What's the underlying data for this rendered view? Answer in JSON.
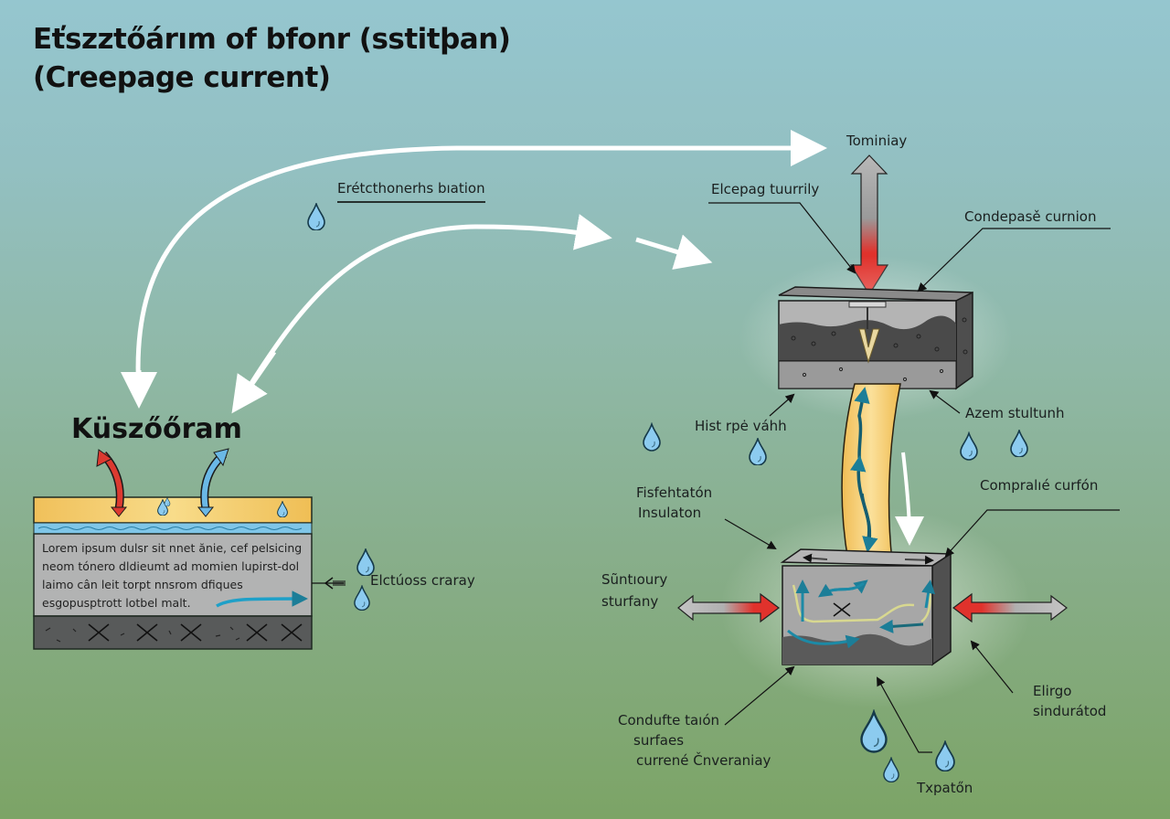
{
  "title": {
    "line1": "Eťszztőárım of bfonr (sstitþan)",
    "line2": "(Creepage current)"
  },
  "left_panel": {
    "heading": "Küszőőram",
    "paragraph": "Lorem ipsum dulsr sit nnet ănie, cef pelsicing neom tónero dldieumt ad momien lupirst-dol laimo cân leit torpt nnsrom dfiques esgopusptrott lotbel malt.",
    "side_label": "Elctúoss craray"
  },
  "labels": {
    "top_center": "Erétcthonerhs bıation",
    "tominiay": "Tominiay",
    "elcepag": "Elcepag tuurrily",
    "condepase": "Condepasě curnion",
    "hist": "Hist rpė váhh",
    "azem": "Azem stultunh",
    "fisfehtaton_1": "Fisfehtatón",
    "fisfehtaton_2": "Insulaton",
    "compralie": "Compralıé curfón",
    "suntioury_1": "Sũntıoury",
    "suntioury_2": "sturfany",
    "conduite_1": "Condufte taıón",
    "conduite_2": "surfaes",
    "conduite_3": "currené Čnveraniay",
    "eligo_1": "Elirgo",
    "eligo_2": "sindurátod",
    "txpaton": "Txpatőn"
  },
  "colors": {
    "insulation_yellow": "#f2c45a",
    "water_blue": "#7fc4ea",
    "arrow_red": "#e0322c",
    "arrow_teal": "#1c8aa6",
    "block_gray": "#8c8c8c",
    "block_dark": "#4a4a4a"
  }
}
